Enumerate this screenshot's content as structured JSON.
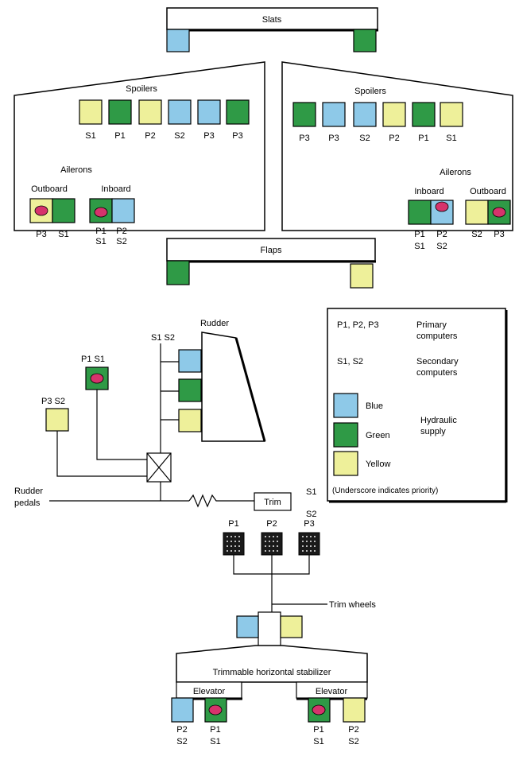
{
  "colors": {
    "blue": "#8ec9e8",
    "green": "#2f9a46",
    "yellow": "#eef09a",
    "priority_dot": "#d6336c",
    "computer_fill": "#1a1a1a"
  },
  "slats": {
    "title": "Slats"
  },
  "flaps": {
    "title": "Flaps"
  },
  "left_wing": {
    "spoilers_title": "Spoilers",
    "spoilers": [
      {
        "label": "S1",
        "color": "yellow"
      },
      {
        "label": "P1",
        "color": "green"
      },
      {
        "label": "P2",
        "color": "yellow"
      },
      {
        "label": "S2",
        "color": "blue"
      },
      {
        "label": "P3",
        "color": "blue"
      },
      {
        "label": "P3",
        "color": "green"
      }
    ],
    "ailerons_title": "Ailerons",
    "outboard_title": "Outboard",
    "inboard_title": "Inboard",
    "outboard_labels": [
      "P3",
      "S1"
    ],
    "inboard_labels_top": [
      "P1",
      "P2"
    ],
    "inboard_labels_bottom": [
      "S1",
      "S2"
    ]
  },
  "right_wing": {
    "spoilers_title": "Spoilers",
    "spoilers": [
      {
        "label": "P3",
        "color": "green"
      },
      {
        "label": "P3",
        "color": "blue"
      },
      {
        "label": "S2",
        "color": "blue"
      },
      {
        "label": "P2",
        "color": "yellow"
      },
      {
        "label": "P1",
        "color": "green"
      },
      {
        "label": "S1",
        "color": "yellow"
      }
    ],
    "ailerons_title": "Ailerons",
    "inboard_title": "Inboard",
    "outboard_title": "Outboard",
    "inboard_labels_top": [
      "P1",
      "P2"
    ],
    "inboard_labels_bottom": [
      "S1",
      "S2"
    ],
    "outboard_labels": [
      "S2",
      "P3"
    ]
  },
  "rudder": {
    "title": "Rudder",
    "s1s2_label": "S1  S2",
    "p1s1_label": "P1  S1",
    "p3s2_label": "P3  S2",
    "pedals_label_1": "Rudder",
    "pedals_label_2": "pedals",
    "trim_label": "Trim",
    "trim_s1": "S1",
    "trim_s2": "S2"
  },
  "legend": {
    "computers_primary_keys": "P1, P2, P3",
    "computers_primary_desc_1": "Primary",
    "computers_primary_desc_2": "computers",
    "computers_secondary_keys": "S1, S2",
    "computers_secondary_desc_1": "Secondary",
    "computers_secondary_desc_2": "computers",
    "blue_label": "Blue",
    "green_label": "Green",
    "yellow_label": "Yellow",
    "hydraulic_1": "Hydraulic",
    "hydraulic_2": "supply",
    "note": "(Underscore indicates priority)"
  },
  "pitch": {
    "p1": "P1",
    "p2": "P2",
    "p3": "P3",
    "trim_wheels": "Trim wheels",
    "stabilizer": "Trimmable horizontal stabilizer",
    "elevator_left": "Elevator",
    "elevator_right": "Elevator",
    "left_labels_top": [
      "P2",
      "P1"
    ],
    "left_labels_bottom": [
      "S2",
      "S1"
    ],
    "right_labels_top": [
      "P1",
      "P2"
    ],
    "right_labels_bottom": [
      "S1",
      "S2"
    ]
  }
}
